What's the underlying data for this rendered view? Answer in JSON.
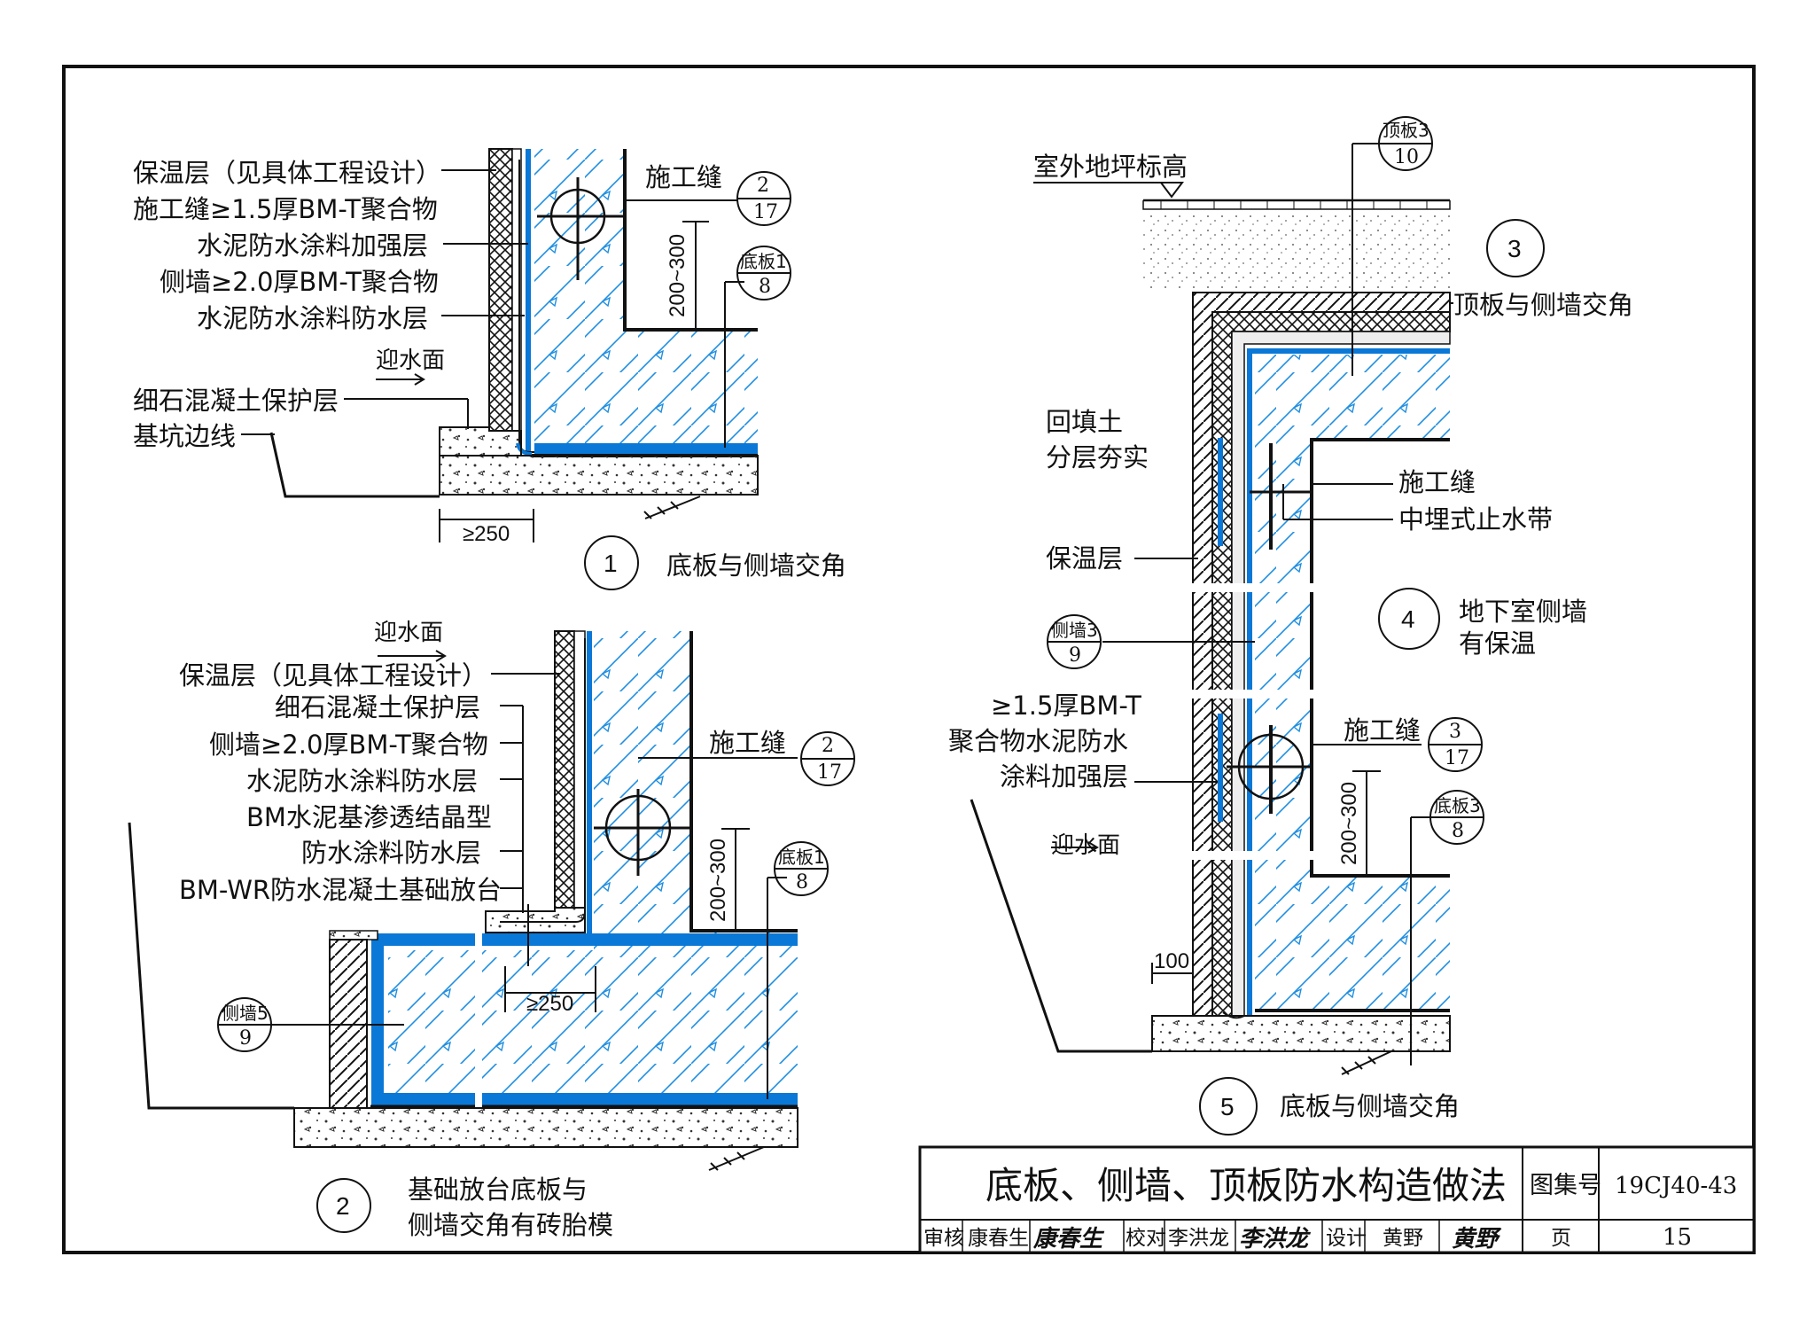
{
  "colors": {
    "waterproof_blue": "#0a78d6",
    "concrete_hatch_blue": "#1f8ee0",
    "line": "#111111"
  },
  "detail1": {
    "labels": [
      "保温层（见具体工程设计）",
      "施工缝≥1.5厚BM-T聚合物",
      "水泥防水涂料加强层",
      "侧墙≥2.0厚BM-T聚合物",
      "水泥防水涂料防水层",
      "迎水面",
      "细石混凝土保护层",
      "基坑边线"
    ],
    "dim_250": "≥250",
    "dim_200_300": "200~300",
    "ref_joint": {
      "top": "2",
      "bottom": "17"
    },
    "ref_slab": {
      "top": "底板1",
      "bottom": "8"
    },
    "joint_label": "施工缝",
    "circle": "1",
    "caption": "底板与侧墙交角"
  },
  "detail2": {
    "labels": [
      "迎水面",
      "保温层（见具体工程设计）",
      "细石混凝土保护层",
      "侧墙≥2.0厚BM-T聚合物",
      "水泥防水涂料防水层",
      "BM水泥基渗透结晶型",
      "防水涂料防水层",
      "BM-WR防水混凝土基础放台"
    ],
    "joint_label": "施工缝",
    "ref_joint": {
      "top": "2",
      "bottom": "17"
    },
    "ref_slab": {
      "top": "底板1",
      "bottom": "8"
    },
    "ref_wall": {
      "top": "侧墙5",
      "bottom": "9"
    },
    "dim_250": "≥250",
    "dim_200_300": "200~300",
    "circle": "2",
    "caption_line1": "基础放台底板与",
    "caption_line2": "侧墙交角有砖胎模"
  },
  "detail345": {
    "ref_top": {
      "top": "顶板3",
      "bottom": "10"
    },
    "outdoor_label": "室外地坪标高",
    "circle3": "3",
    "caption3": "顶板与侧墙交角",
    "backfill_line1": "回填土",
    "backfill_line2": "分层夯实",
    "joint_label": "施工缝",
    "waterstop_label": "中埋式止水带",
    "insulation_label": "保温层",
    "circle4": "4",
    "caption4_line1": "地下室侧墙",
    "caption4_line2": "有保温",
    "ref_wall": {
      "top": "侧墙3",
      "bottom": "9"
    },
    "reinforce_line1": "≥1.5厚BM-T",
    "reinforce_line2": "聚合物水泥防水",
    "reinforce_line3": "涂料加强层",
    "joint_label2": "施工缝",
    "ref_joint": {
      "top": "3",
      "bottom": "17"
    },
    "ref_slab": {
      "top": "底板3",
      "bottom": "8"
    },
    "dim_200_300": "200~300",
    "facing": "迎水面",
    "dim_100": "100",
    "circle5": "5",
    "caption5": "底板与侧墙交角"
  },
  "title_block": {
    "title": "底板、侧墙、顶板防水构造做法",
    "atlas_label": "图集号",
    "atlas_no": "19CJ40-43",
    "review_label": "审核",
    "reviewer": "康春生",
    "check_label": "校对",
    "checker": "李洪龙",
    "design_label": "设计",
    "designer": "黄野",
    "page_label": "页",
    "page_no": "15"
  }
}
